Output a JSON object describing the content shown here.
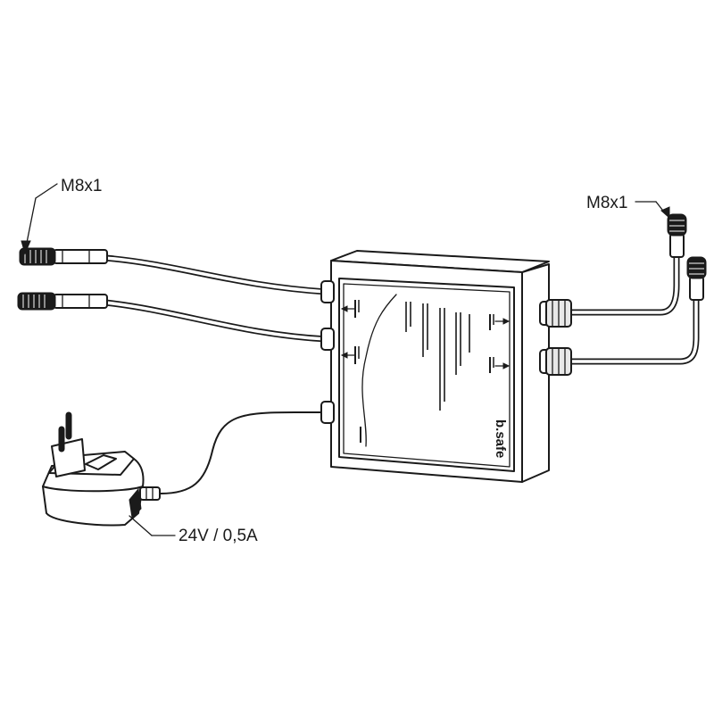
{
  "callouts": {
    "connector_left": "M8x1",
    "connector_right": "M8x1",
    "power_supply": "24V / 0,5A"
  },
  "box_label": {
    "brand": "b.safe"
  },
  "icons": {
    "power_adapter": "eu-plug-adapter-icon",
    "control_box": "junction-box-icon",
    "connector": "m8-connector-icon"
  },
  "colors": {
    "line": "#1a1a1a",
    "background": "#ffffff"
  }
}
